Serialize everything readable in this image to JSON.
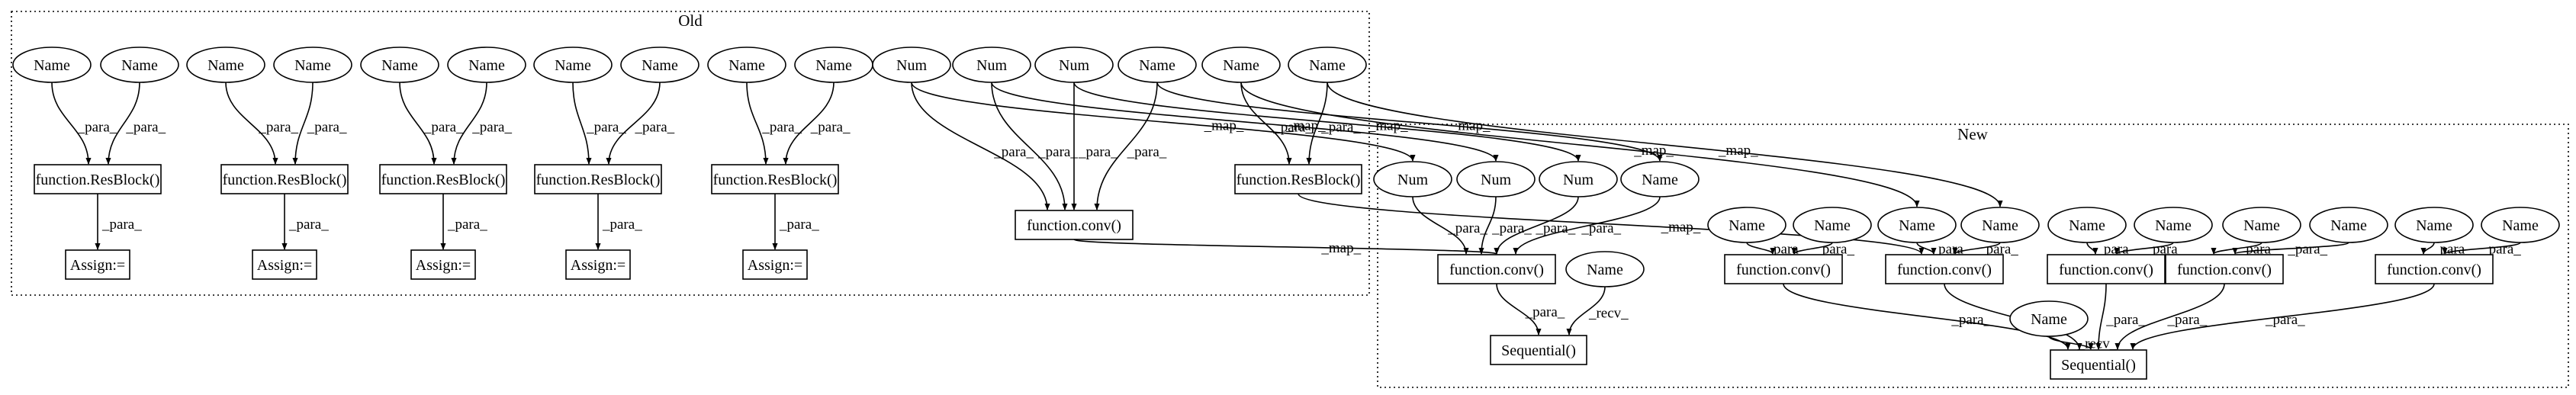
{
  "clusters": [
    {
      "id": "old",
      "label": "Old"
    },
    {
      "id": "new",
      "label": "New"
    }
  ],
  "nodes": {
    "oN1": "Name",
    "oN2": "Name",
    "oN3": "Name",
    "oN4": "Name",
    "oN5": "Name",
    "oN6": "Name",
    "oN7": "Name",
    "oN8": "Name",
    "oN9": "Name",
    "oN10": "Name",
    "oR1": "function.ResBlock()",
    "oR2": "function.ResBlock()",
    "oR3": "function.ResBlock()",
    "oR4": "function.ResBlock()",
    "oR5": "function.ResBlock()",
    "oA1": "Assign:=",
    "oA2": "Assign:=",
    "oA3": "Assign:=",
    "oA4": "Assign:=",
    "oA5": "Assign:=",
    "oNum1": "Num",
    "oNum2": "Num",
    "oNum3": "Num",
    "oN11": "Name",
    "oN12": "Name",
    "oN13": "Name",
    "oConv": "function.conv()",
    "oR6": "function.ResBlock()",
    "nNum1": "Num",
    "nNum2": "Num",
    "nNum3": "Num",
    "nN1": "Name",
    "nConvA": "function.conv()",
    "nNrecv1": "Name",
    "nSeq1": "Sequential()",
    "nN2": "Name",
    "nN3": "Name",
    "nConvB": "function.conv()",
    "nN4": "Name",
    "nN5": "Name",
    "nConvC": "function.conv()",
    "nN6": "Name",
    "nN7": "Name",
    "nConvD": "function.conv()",
    "nN8": "Name",
    "nN9": "Name",
    "nConvE": "function.conv()",
    "nN10": "Name",
    "nN11": "Name",
    "nConvF": "function.conv()",
    "nNrecv2": "Name",
    "nSeq2": "Sequential()"
  },
  "edge_labels": {
    "para": "_para_",
    "map": "_map_",
    "recv": "_recv_"
  }
}
